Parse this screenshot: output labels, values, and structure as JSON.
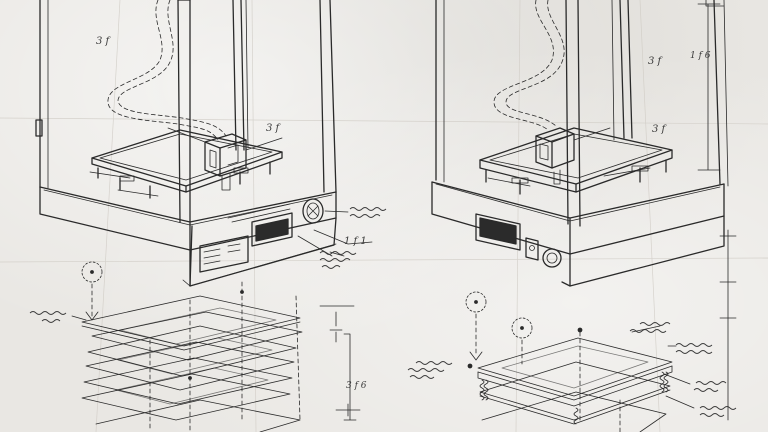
{
  "drawing": {
    "left_marks": [
      "3 f",
      "3 f",
      "1 f 1",
      "3 f 6"
    ],
    "right_marks": [
      "3 f",
      "3 f",
      "1 f 6"
    ]
  },
  "colors": {
    "paper": "#e9e7e3",
    "ink": "#2a2a2a",
    "screen": "#2b2b2b"
  }
}
